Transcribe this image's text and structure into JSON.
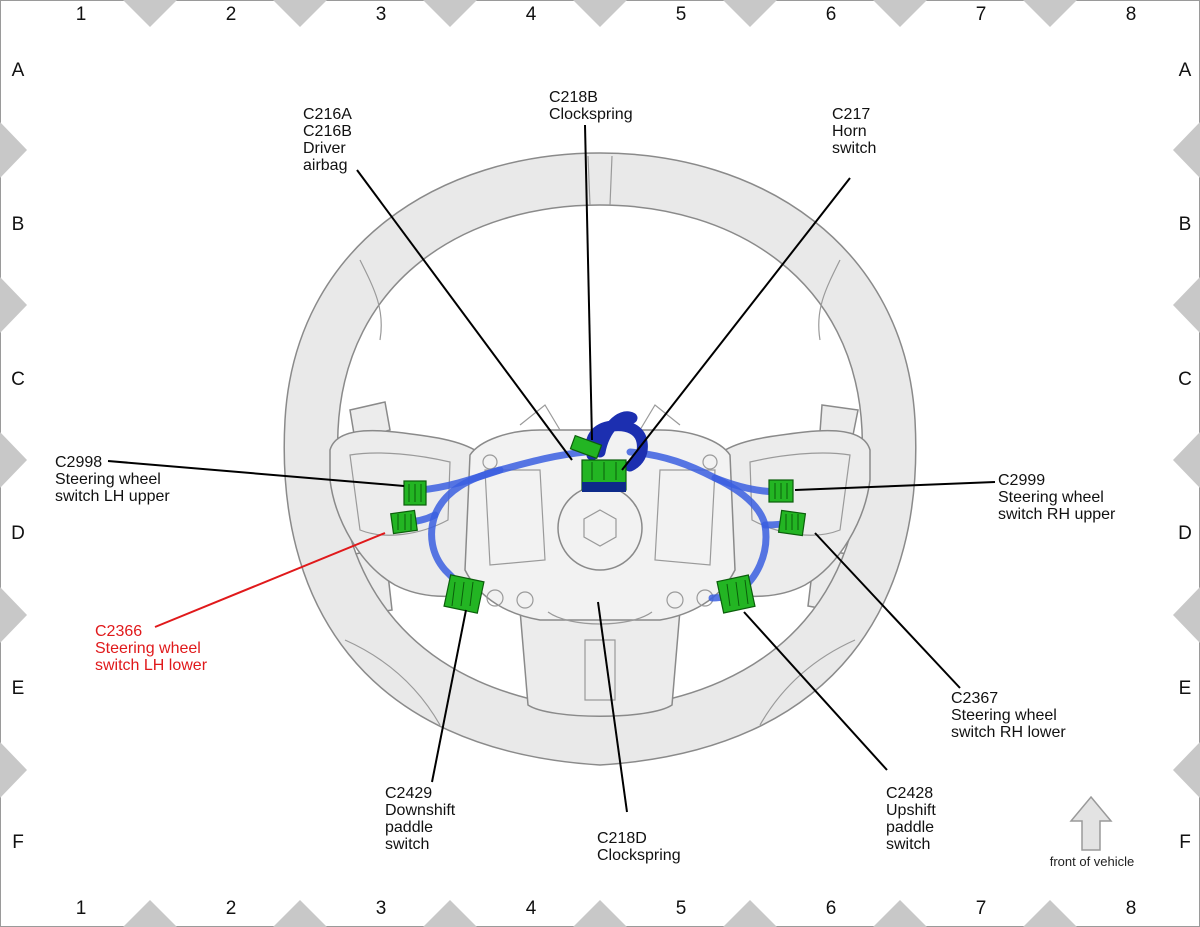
{
  "grid": {
    "columns": [
      "1",
      "2",
      "3",
      "4",
      "5",
      "6",
      "7",
      "8"
    ],
    "rows": [
      "A",
      "B",
      "C",
      "D",
      "E",
      "F"
    ]
  },
  "callouts": {
    "c216": [
      "C216A",
      "C216B",
      "Driver",
      "airbag"
    ],
    "c218b": [
      "C218B",
      "Clockspring"
    ],
    "c217": [
      "C217",
      "Horn",
      "switch"
    ],
    "c2998": [
      "C2998",
      "Steering wheel",
      "switch LH upper"
    ],
    "c2999": [
      "C2999",
      "Steering wheel",
      "switch RH upper"
    ],
    "c2366": [
      "C2366",
      "Steering wheel",
      "switch LH lower"
    ],
    "c2367": [
      "C2367",
      "Steering wheel",
      "switch RH lower"
    ],
    "c2429": [
      "C2429",
      "Downshift",
      "paddle",
      "switch"
    ],
    "c218d": [
      "C218D",
      "Clockspring"
    ],
    "c2428": [
      "C2428",
      "Upshift",
      "paddle",
      "switch"
    ]
  },
  "orientation": {
    "label": "front of vehicle",
    "icon": "up-arrow-icon"
  },
  "colors": {
    "highlight": "#e0191b",
    "connector": "#23b523",
    "harness": "#3b5fe0"
  }
}
